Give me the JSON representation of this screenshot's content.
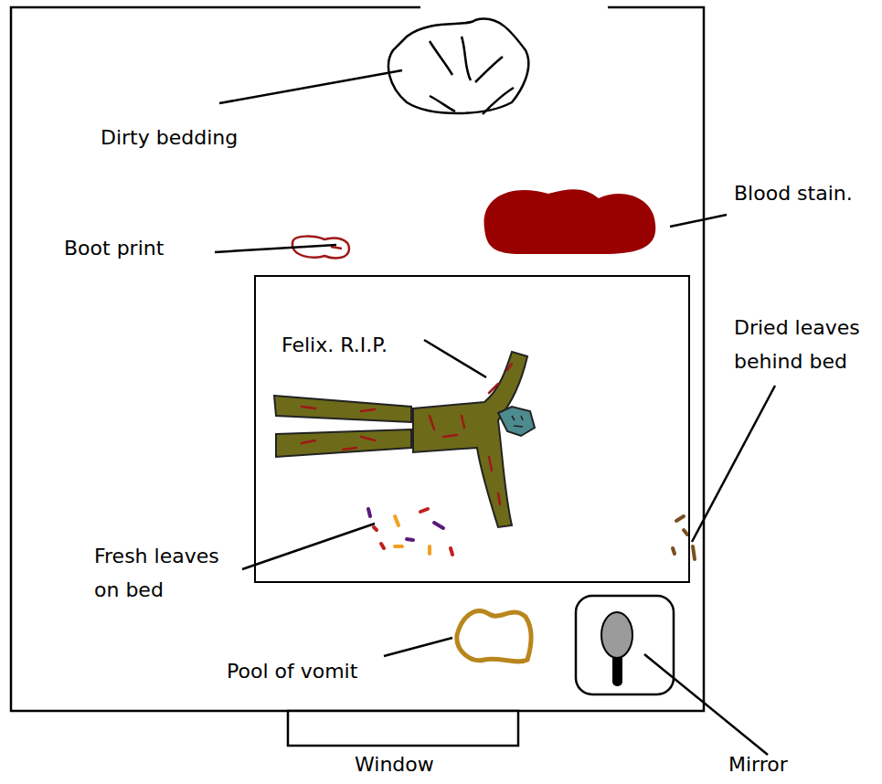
{
  "diagram": {
    "nodes": [
      {
        "text": [
          "Felix. R.I.P."
        ]
      }
    ],
    "labels": [
      "Dirty bedding",
      "Blood stain.",
      "Boot print",
      "Dried leaves behind bed",
      "Fresh leaves on bed",
      "Pool of vomit",
      "Window",
      "Mirror"
    ]
  }
}
